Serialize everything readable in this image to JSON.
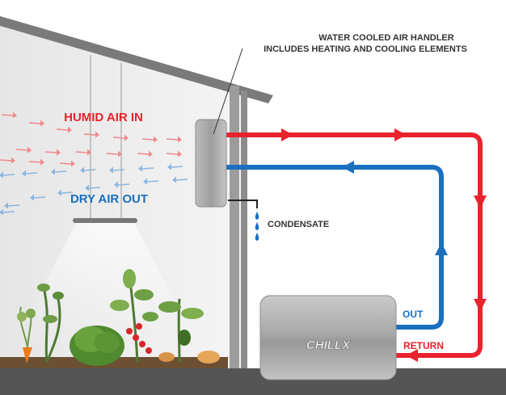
{
  "labels": {
    "handler_line1": "WATER COOLED AIR HANDLER",
    "handler_line2": "INCLUDES HEATING AND COOLING ELEMENTS",
    "humid_air_in": "HUMID AIR IN",
    "dry_air_out": "DRY AIR OUT",
    "condensate": "CONDENSATE",
    "out": "OUT",
    "return": "RETURN",
    "logo": "CHILLX"
  },
  "colors": {
    "hot": "#e8232c",
    "cold": "#1a6fc0",
    "humid_arrow": "#f08a8a",
    "dry_arrow": "#8db6de",
    "label_dark": "#333333",
    "label_red": "#e8232c",
    "label_blue": "#1a6fc0",
    "ground": "#555555"
  }
}
